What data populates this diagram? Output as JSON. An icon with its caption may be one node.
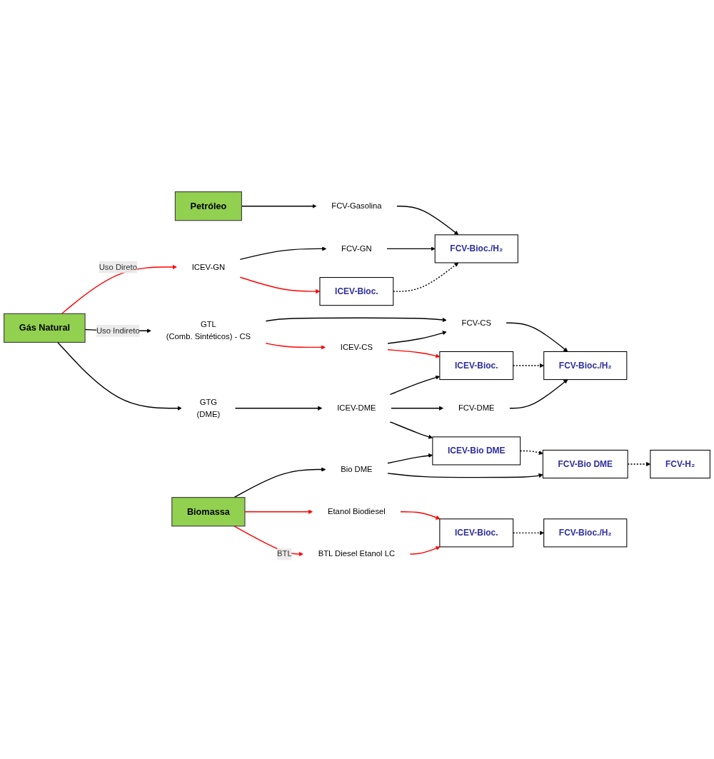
{
  "diagram": {
    "nodes": [
      {
        "text": [
          "Petróleo"
        ]
      },
      {
        "text": [
          "FCV-Gasolina"
        ]
      },
      {
        "text": [
          "FCV-Bioc./H₂"
        ]
      },
      {
        "text": [
          "FCV-GN"
        ]
      },
      {
        "text": [
          "Gás Natural"
        ]
      },
      {
        "text": [
          "ICEV-GN"
        ]
      },
      {
        "text": [
          "ICEV-Bioc."
        ]
      },
      {
        "text": [
          "GTL",
          "(Comb. Sintéticos) - CS"
        ]
      },
      {
        "text": [
          "ICEV-CS"
        ]
      },
      {
        "text": [
          "FCV-CS"
        ]
      },
      {
        "text": [
          "ICEV-Bioc."
        ]
      },
      {
        "text": [
          "FCV-Bioc./H₂"
        ]
      },
      {
        "text": [
          "GTG",
          "(DME)"
        ]
      },
      {
        "text": [
          "ICEV-DME"
        ]
      },
      {
        "text": [
          "FCV-DME"
        ]
      },
      {
        "text": [
          "ICEV-Bio DME"
        ]
      },
      {
        "text": [
          "Bio DME"
        ]
      },
      {
        "text": [
          "FCV-Bio DME"
        ]
      },
      {
        "text": [
          "FCV-H₂"
        ]
      },
      {
        "text": [
          "Biomassa"
        ]
      },
      {
        "text": [
          "Etanol Biodiesel"
        ]
      },
      {
        "text": [
          "BTL Diesel Etanol LC"
        ]
      },
      {
        "text": [
          "ICEV-Bioc."
        ]
      },
      {
        "text": [
          "FCV-Bioc./H₂"
        ]
      }
    ],
    "edges": [
      {
        "from": 0,
        "to": 1,
        "arrow": "to"
      },
      {
        "from": 1,
        "to": 2,
        "arrow": "to"
      },
      {
        "from": 3,
        "to": 2,
        "arrow": "to"
      },
      {
        "from": 6,
        "to": 2,
        "arrow": "to",
        "style": "dashed"
      },
      {
        "from": 4,
        "to": 5,
        "arrow": "to",
        "label": "Uso Direto",
        "color": "#ff0000"
      },
      {
        "from": 5,
        "to": 3,
        "arrow": "to"
      },
      {
        "from": 5,
        "to": 6,
        "arrow": "to",
        "color": "#ff0000"
      },
      {
        "from": 4,
        "to": 7,
        "arrow": "to",
        "label": "Uso Indireto"
      },
      {
        "from": 4,
        "to": 12,
        "arrow": "to"
      },
      {
        "from": 7,
        "to": 9,
        "arrow": "to"
      },
      {
        "from": 7,
        "to": 8,
        "arrow": "to",
        "color": "#ff0000"
      },
      {
        "from": 8,
        "to": 9,
        "arrow": "to"
      },
      {
        "from": 8,
        "to": 10,
        "arrow": "to",
        "color": "#ff0000"
      },
      {
        "from": 10,
        "to": 11,
        "arrow": "to",
        "style": "dashed"
      },
      {
        "from": 9,
        "to": 11,
        "arrow": "to"
      },
      {
        "from": 12,
        "to": 13,
        "arrow": "to"
      },
      {
        "from": 13,
        "to": 10,
        "arrow": "to"
      },
      {
        "from": 13,
        "to": 14,
        "arrow": "to"
      },
      {
        "from": 14,
        "to": 11,
        "arrow": "to"
      },
      {
        "from": 13,
        "to": 15,
        "arrow": "to"
      },
      {
        "from": 19,
        "to": 16,
        "arrow": "to"
      },
      {
        "from": 16,
        "to": 15,
        "arrow": "to"
      },
      {
        "from": 16,
        "to": 17,
        "arrow": "to"
      },
      {
        "from": 15,
        "to": 17,
        "arrow": "to",
        "style": "dashed"
      },
      {
        "from": 17,
        "to": 18,
        "arrow": "to",
        "style": "dashed"
      },
      {
        "from": 19,
        "to": 20,
        "arrow": "to",
        "color": "#ff0000"
      },
      {
        "from": 19,
        "to": 21,
        "arrow": "to",
        "label": "BTL",
        "color": "#ff0000"
      },
      {
        "from": 20,
        "to": 22,
        "arrow": "to",
        "color": "#ff0000"
      },
      {
        "from": 21,
        "to": 22,
        "arrow": "to",
        "color": "#ff0000"
      },
      {
        "from": 22,
        "to": 23,
        "arrow": "to",
        "style": "dashed"
      }
    ]
  }
}
